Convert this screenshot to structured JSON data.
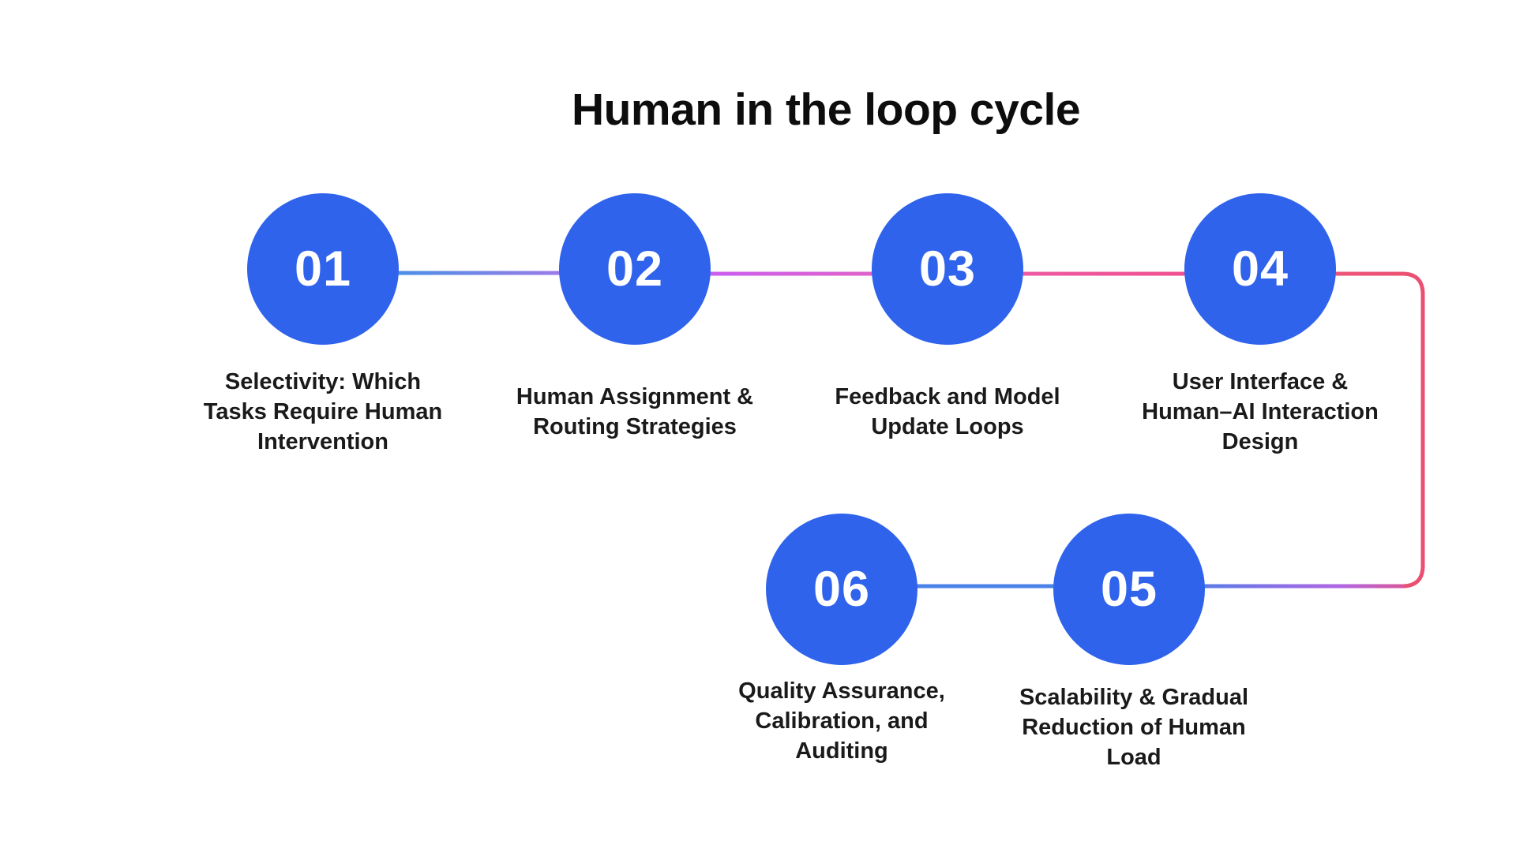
{
  "title": "Human in the loop cycle",
  "steps": [
    {
      "number": "01",
      "label": "Selectivity: Which Tasks Require Human Intervention"
    },
    {
      "number": "02",
      "label": "Human Assignment & Routing Strategies"
    },
    {
      "number": "03",
      "label": "Feedback and Model Update Loops"
    },
    {
      "number": "04",
      "label": "User Interface & Human–AI Interaction Design"
    },
    {
      "number": "05",
      "label": "Scalability & Gradual Reduction of Human Load"
    },
    {
      "number": "06",
      "label": "Quality Assurance, Calibration, and Auditing"
    }
  ],
  "colors": {
    "circle": "#2f63ec",
    "connector_blue": "#4a82e8",
    "connector_purple": "#c95ef0",
    "connector_pink": "#ef4f8f",
    "text": "#1a1a1a"
  }
}
